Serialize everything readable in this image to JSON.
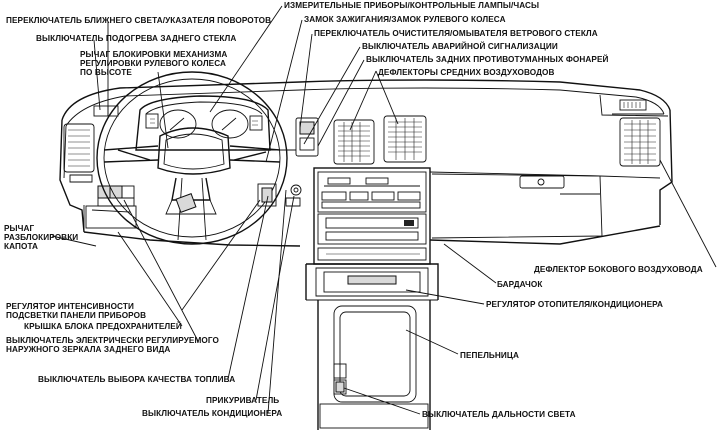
{
  "labels": {
    "headlight_switch": "ПЕРЕКЛЮЧАТЕЛЬ БЛИЖНЕГО СВЕТА/УКАЗАТЕЛЯ ПОВОРОТОВ",
    "rear_defog": "ВЫКЛЮЧАТЕЛЬ ПОДОГРЕВА ЗАДНЕГО СТЕКЛА",
    "tilt_lever": "РЫЧАГ БЛОКИРОВКИ МЕХАНИЗМА\nРЕГУЛИРОВКИ РУЛЕВОГО КОЛЕСА\nПО ВЫСОТЕ",
    "gauges": "ИЗМЕРИТЕЛЬНЫЕ ПРИБОРЫ/КОНТРОЛЬНЫЕ ЛАМПЫ/ЧАСЫ",
    "ignition": "ЗАМОК ЗАЖИГАНИЯ/ЗАМОК РУЛЕВОГО КОЛЕСА",
    "wiper": "ПЕРЕКЛЮЧАТЕЛЬ ОЧИСТИТЕЛЯ/ОМЫВАТЕЛЯ ВЕТРОВОГО СТЕКЛА",
    "hazard": "ВЫКЛЮЧАТЕЛЬ АВАРИЙНОЙ СИГНАЛИЗАЦИИ",
    "rear_fog": "ВЫКЛЮЧАТЕЛЬ ЗАДНИХ ПРОТИВОТУМАННЫХ ФОНАРЕЙ",
    "center_vents": "ДЕФЛЕКТОРЫ СРЕДНИХ ВОЗДУХОВОДОВ",
    "hood_release": "РЫЧАГ\nРАЗБЛОКИРОВКИ\nКАПОТА",
    "side_vent": "ДЕФЛЕКТОР БОКОВОГО ВОЗДУХОВОДА",
    "glovebox": "БАРДАЧОК",
    "heater_ctrl": "РЕГУЛЯТОР ОТОПИТЕЛЯ/КОНДИЦИОНЕРА",
    "dimmer": "РЕГУЛЯТОР ИНТЕНСИВНОСТИ\nПОДСВЕТКИ ПАНЕЛИ ПРИБОРОВ",
    "fuse_cover": "КРЫШКА БЛОКА ПРЕДОХРАНИТЕЛЕЙ",
    "mirror_switch": "ВЫКЛЮЧАТЕЛЬ ЭЛЕКТРИЧЕСКИ РЕГУЛИРУЕМОГО\nНАРУЖНОГО ЗЕРКАЛА ЗАДНЕГО ВИДА",
    "ashtray": "ПЕПЕЛЬНИЦА",
    "fuel_select": "ВЫКЛЮЧАТЕЛЬ ВЫБОРА КАЧЕСТВА ТОПЛИВА",
    "lighter": "ПРИКУРИВАТЕЛЬ",
    "ac_switch": "ВЫКЛЮЧАТЕЛЬ КОНДИЦИОНЕРА",
    "beam_switch": "ВЫКЛЮЧАТЕЛЬ ДАЛЬНОСТИ СВЕТА"
  }
}
